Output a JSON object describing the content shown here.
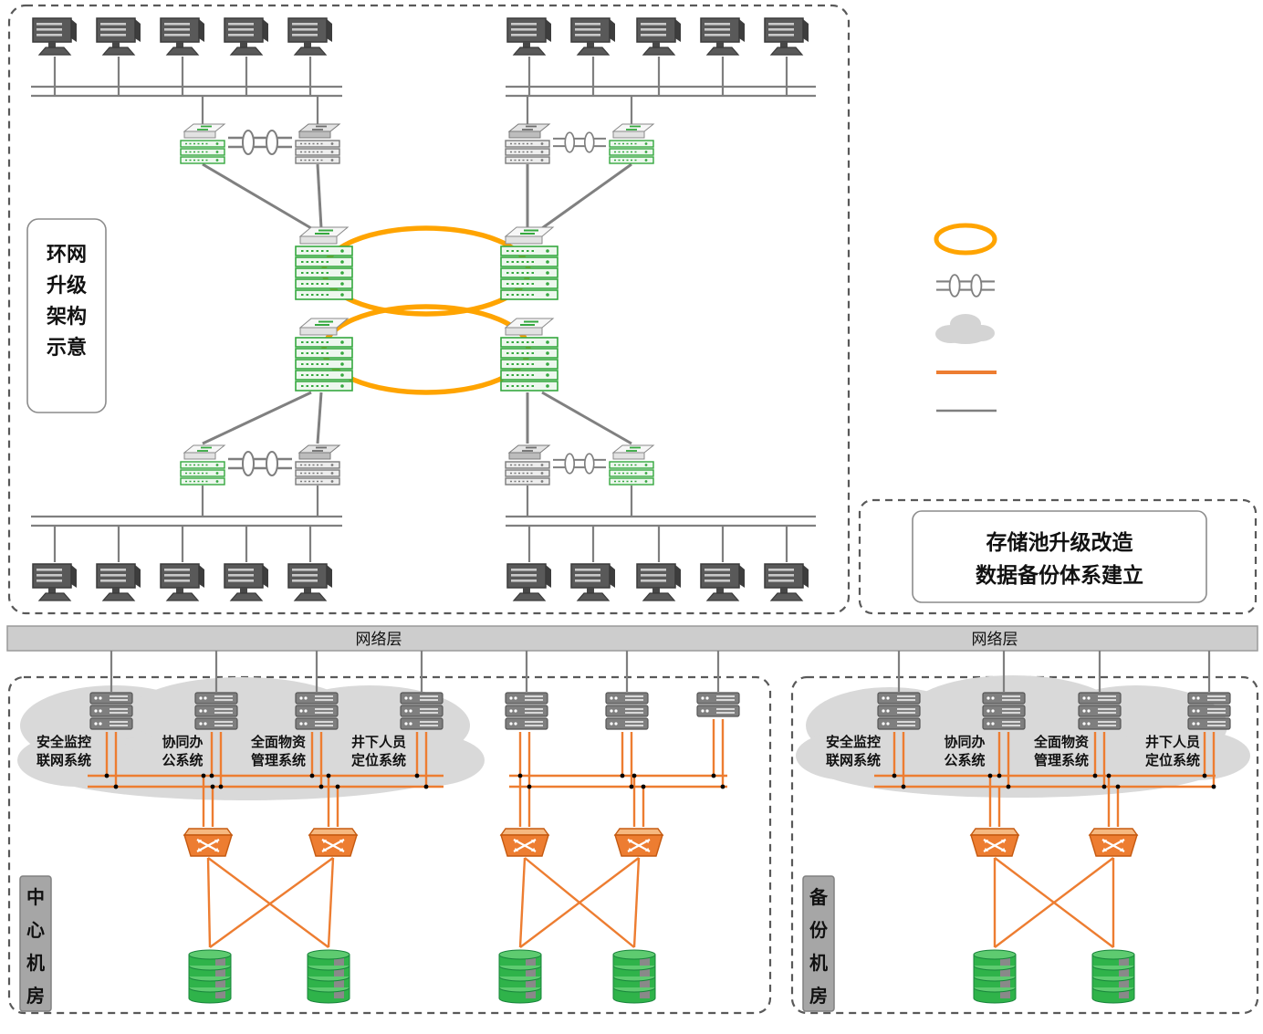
{
  "ring_section": {
    "title": "环网升级架构示意",
    "title_lines": [
      "环网",
      "升级",
      "架构",
      "示意"
    ]
  },
  "storage_note": {
    "line1": "存储池升级改造",
    "line2": "数据备份体系建立"
  },
  "network_layer": {
    "left_label": "网络层",
    "right_label": "网络层"
  },
  "rooms": {
    "left": {
      "name": "中心机房",
      "chars": [
        "中",
        "心",
        "机",
        "房"
      ]
    },
    "right": {
      "name": "备份机房",
      "chars": [
        "备",
        "份",
        "机",
        "房"
      ]
    }
  },
  "systems_left": [
    {
      "l1": "安全监控",
      "l2": "联网系统"
    },
    {
      "l1": "协同办",
      "l2": "公系统"
    },
    {
      "l1": "全面物资",
      "l2": "管理系统"
    },
    {
      "l1": "井下人员",
      "l2": "定位系统"
    }
  ],
  "systems_right": [
    {
      "l1": "安全监控",
      "l2": "联网系统"
    },
    {
      "l1": "协同办",
      "l2": "公系统"
    },
    {
      "l1": "全面物资",
      "l2": "管理系统"
    },
    {
      "l1": "井下人员",
      "l2": "定位系统"
    }
  ],
  "legend": {
    "items": [
      {
        "icon": "ring-network-icon"
      },
      {
        "icon": "fiber-coupler-icon"
      },
      {
        "icon": "cloud-icon"
      },
      {
        "icon": "fiber-link-line-icon"
      },
      {
        "icon": "ethernet-line-icon"
      }
    ]
  },
  "colors": {
    "ring_orange": "#FFA400",
    "san_orange": "#ED7D31",
    "switch_green": "#35A83F",
    "line_gray": "#7F7F7F",
    "cloud_gray": "#D9D9D9"
  }
}
